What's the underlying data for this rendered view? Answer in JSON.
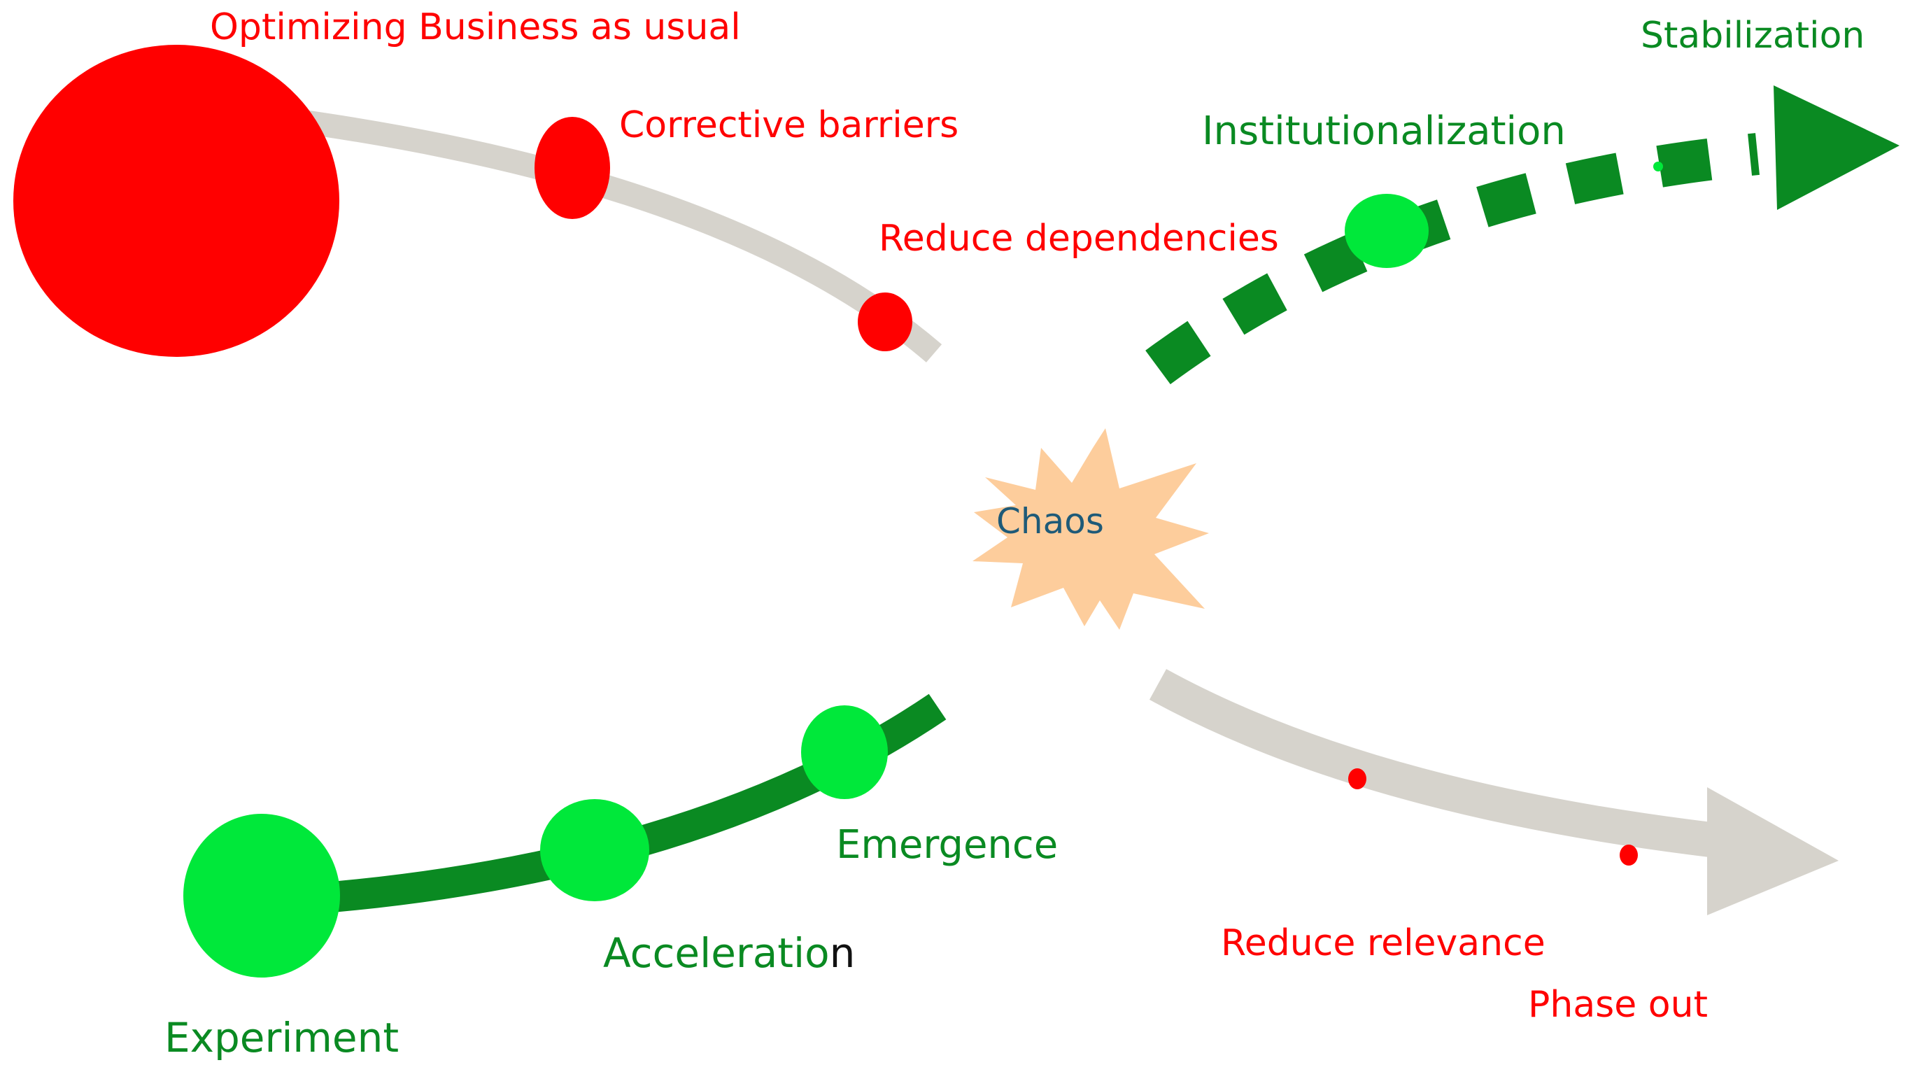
{
  "colors": {
    "red": "#ff0000",
    "bright_green": "#00e83a",
    "dark_green": "#0a8a22",
    "grey_path": "#d6d3cc",
    "chaos_fill": "#fdcd9c",
    "chaos_text": "#1e5a78",
    "black": "#111111"
  },
  "labels": {
    "optimizing": "Optimizing Business as usual",
    "corrective": "Corrective barriers",
    "reduce_dependencies": "Reduce dependencies",
    "institutionalization": "Institutionalization",
    "stabilization": "Stabilization",
    "chaos": "Chaos",
    "emergence": "Emergence",
    "acceleration_main": "Acceleratio",
    "acceleration_tail": "n",
    "experiment": "Experiment",
    "reduce_relevance": "Reduce relevance",
    "phase_out": "Phase out"
  }
}
